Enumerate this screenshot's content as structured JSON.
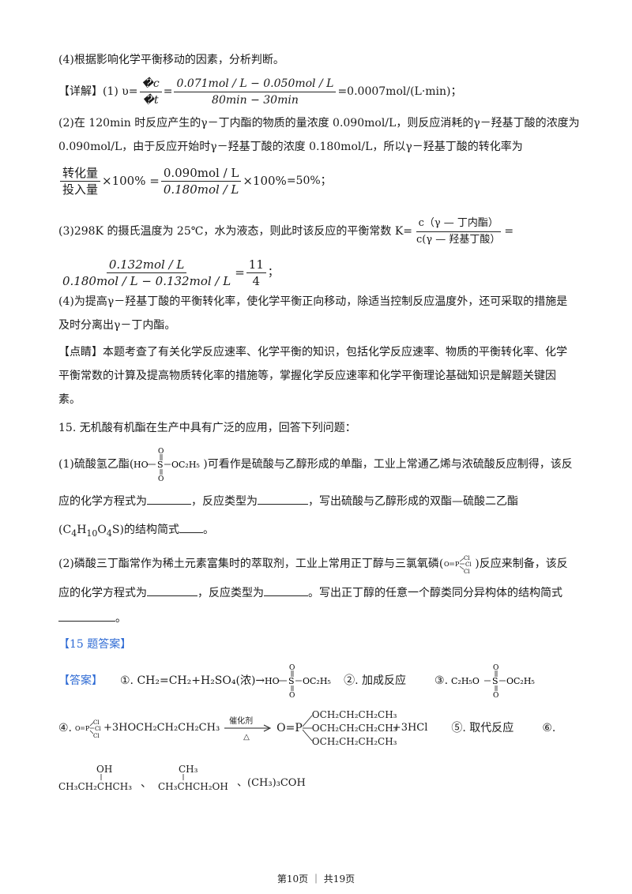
{
  "p4_hint": "(4)根据影响化学平衡移动的因素，分析判断。",
  "detail": {
    "label": "【详解】",
    "p1_prefix": "(1) υ=",
    "p1_frac1_num": "�c",
    "p1_frac1_den": "�t",
    "p1_eq": "=",
    "p1_frac2_num": "0.071mol / L − 0.050mol / L",
    "p1_frac2_den": "80min − 30min",
    "p1_result": "=0.0007mol/(L·min)；",
    "p2_line1": "(2)在 120min 时反应产生的γ－丁内酯的物质的量浓度 0.090mol/L，则反应消耗的γ－羟基丁酸的浓度为",
    "p2_line2": "0.090mol/L，由于反应开始时γ－羟基丁酸的浓度 0.180mol/L，所以γ－羟基丁酸的转化率为",
    "p2_f1_num": "转化量",
    "p2_f1_den": "投入量",
    "p2_x1": "×100% =",
    "p2_f2_num": "0.090mol / L",
    "p2_f2_den": "0.180mol / L",
    "p2_x2": "×100%",
    "p2_result": "=50%；",
    "p3_prefix": "(3)298K 的摄氏温度为 25℃，水为液态，则此时该反应的平衡常数 K=",
    "p3_k_num": "c（γ — 丁内酯）",
    "p3_k_den": "c(γ — 羟基丁酸）",
    "p3_k_eq": "=",
    "p3_f_num": "0.132mol / L",
    "p3_f_den": "0.180mol / L − 0.132mol / L",
    "p3_eq": "=",
    "p3_r_num": "11",
    "p3_r_den": "4",
    "p3_end": "；",
    "p4_line1": "(4)为提高γ－羟基丁酸的平衡转化率，使化学平衡正向移动，除适当控制反应温度外，还可采取的措施是",
    "p4_line2": "及时分离出γ－丁内酯。"
  },
  "comment": {
    "line1": "【点睛】本题考查了有关化学反应速率、化学平衡的知识，包括化学反应速率、物质的平衡转化率、化学",
    "line2": "平衡常数的计算及提高物质转化率的措施等，掌握化学反应速率和化学平衡理论基础知识是解题关键因",
    "line3": "素。"
  },
  "q15": {
    "title": "15. 无机酸有机酯在生产中具有广泛的应用，回答下列问题：",
    "p1_a": "(1)硫酸氢乙酯(",
    "p1_b": ")可看作是硫酸与乙醇形成的单酯，工业上常通乙烯与浓硫酸反应制得，该反",
    "p1_line2a": "应的化学方程式为",
    "p1_line2b": "，反应类型为",
    "p1_line2c": "，写出硫酸与乙醇形成的双酯—硫酸二乙酯",
    "p1_line3a": "(C",
    "p1_line3_sub1": "4",
    "p1_line3b": "H",
    "p1_line3_sub2": "10",
    "p1_line3c": "O",
    "p1_line3_sub3": "4",
    "p1_line3d": "S)的结构简式",
    "p1_line3e": "。",
    "p2_a": "(2)磷酸三丁酯常作为稀土元素富集时的萃取剂，工业上常用正丁醇与三氯氧磷(",
    "p2_b": ")反应来制备，该反",
    "p2_line2a": "应的化学方程式为",
    "p2_line2b": "，反应类型为",
    "p2_line2c": "。写出正丁醇的任意一个醇类同分异构体的结构简式",
    "p2_line3": "。"
  },
  "answer": {
    "header": "【15 题答案】",
    "label": "【答案】",
    "a1": "①. CH₂=CH₂+H₂SO₄(浓)→",
    "a2": "②. 加成反应",
    "a3": "③.",
    "a4": "④.",
    "a4_reagent": "+3HOCH₂CH₂CH₂CH₃",
    "a4_cat": "催化剂",
    "a4_heat": "△",
    "a4_prod": "O=P",
    "a4_chain": "OCH₂CH₂CH₂CH₃",
    "a4_tail": "+3HCl",
    "a5": "⑤. 取代反应",
    "a6": "⑥.",
    "iso1_top": "OH",
    "iso1_main": "CH₃CH₂CHCH₃",
    "iso_sep": "、",
    "iso2_top": "CH₃",
    "iso2_main": "CH₃CHCH₂OH",
    "iso3": "、(CH₃)₃COH"
  },
  "chem_labels": {
    "ho": "HO",
    "s": "S",
    "o": "O",
    "oc2h5": "OC₂H₅",
    "c2h5o": "C₂H₅O",
    "p": "P",
    "cl": "Cl"
  },
  "footer": "第10页 ｜ 共19页"
}
